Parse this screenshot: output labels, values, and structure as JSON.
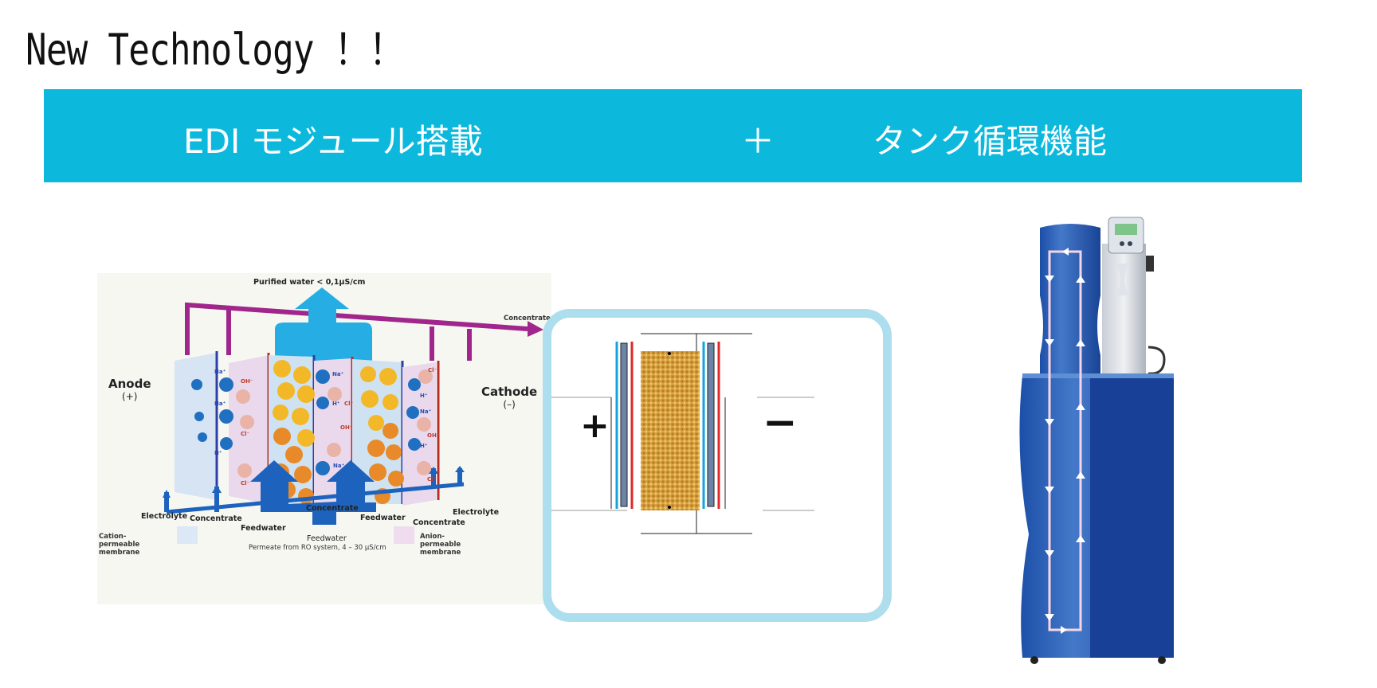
{
  "title": "New Technology ！！",
  "banner": {
    "left": "EDI モジュール搭載",
    "plus": "＋",
    "right": "タンク循環機能",
    "color": "#0cb9dd"
  },
  "edi_diagram": {
    "purified_water": "Purified water < 0,1µS/cm",
    "concentrate_out": "Concentrate",
    "anode": "Anode",
    "anode_sign": "(+)",
    "cathode": "Cathode",
    "cathode_sign": "(–)",
    "bottom_labels": [
      "Electrolyte",
      "Concentrate",
      "Feedwater",
      "Concentrate",
      "Feedwater",
      "Concentrate",
      "Electrolyte"
    ],
    "feedwater": "Feedwater",
    "feedwater_sub": "Permeate from RO system, 4 – 30 µS/cm",
    "cation_membrane": "Cation-permeable membrane",
    "anion_membrane": "Anion-permeable membrane",
    "ions": [
      "Na⁺",
      "Na⁺",
      "H⁺",
      "OH⁻",
      "Cl⁻",
      "Cl⁻",
      "Na⁺",
      "H⁺",
      "Cl⁻",
      "OH⁻",
      "Na⁺",
      "Cl⁻",
      "H⁺",
      "Na⁺",
      "OH⁻",
      "H⁺",
      "Cl⁻"
    ]
  },
  "edi_module": {
    "plus": "+",
    "minus": "−"
  }
}
